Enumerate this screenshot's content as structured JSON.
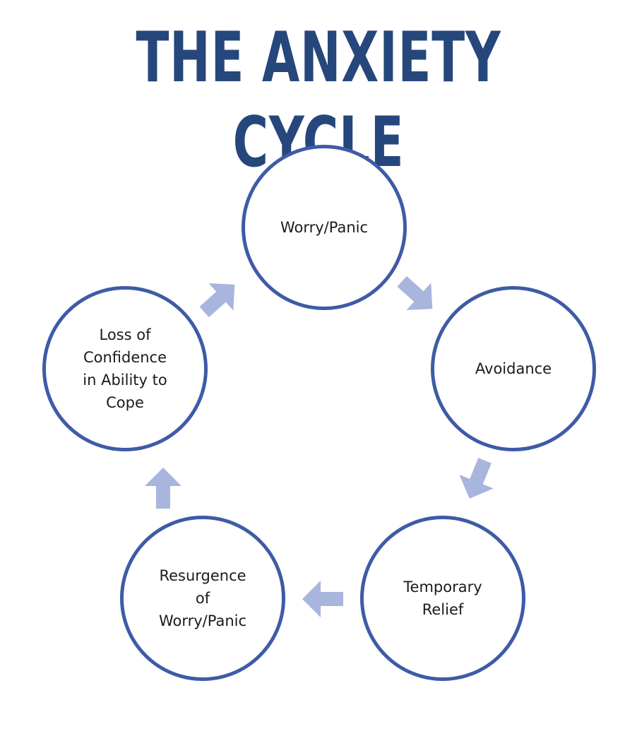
{
  "title": "THE ANXIETY CYCLE",
  "colors": {
    "title": "#26477c",
    "circle_border": "#3e5ba6",
    "arrow": "#a8b5dc",
    "text": "#1b1b1b"
  },
  "nodes": [
    {
      "id": "worry-panic",
      "label": "Worry/Panic"
    },
    {
      "id": "avoidance",
      "label": "Avoidance"
    },
    {
      "id": "temporary-relief",
      "label": "Temporary\nRelief"
    },
    {
      "id": "resurgence",
      "label": "Resurgence\nof\nWorry/Panic"
    },
    {
      "id": "loss-of-confidence",
      "label": "Loss of\nConfidence\nin Ability to\nCope"
    }
  ],
  "edges": [
    {
      "from": "worry-panic",
      "to": "avoidance"
    },
    {
      "from": "avoidance",
      "to": "temporary-relief"
    },
    {
      "from": "temporary-relief",
      "to": "resurgence"
    },
    {
      "from": "resurgence",
      "to": "loss-of-confidence"
    },
    {
      "from": "loss-of-confidence",
      "to": "worry-panic"
    }
  ]
}
